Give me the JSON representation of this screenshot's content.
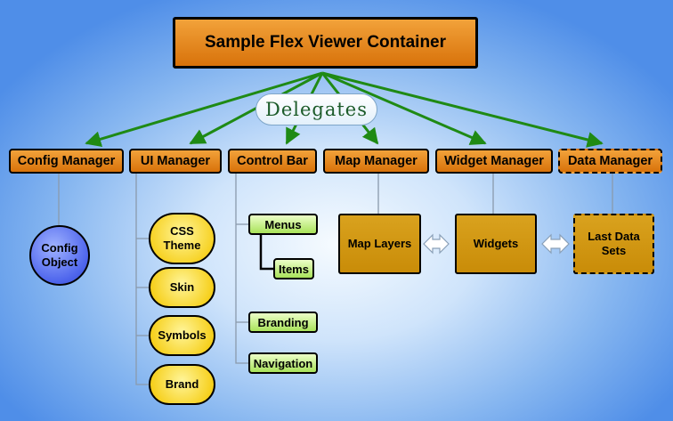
{
  "title": "Sample Flex Viewer Container",
  "delegates_label": "Delegates",
  "managers": {
    "config": "Config Manager",
    "ui": "UI Manager",
    "control": "Control Bar",
    "map": "Map Manager",
    "widget": "Widget Manager",
    "data": "Data Manager"
  },
  "config_object": "Config Object",
  "ui_items": [
    "CSS Theme",
    "Skin",
    "Symbols",
    "Brand"
  ],
  "control_items": {
    "menus": "Menus",
    "items": "Items",
    "branding": "Branding",
    "navigation": "Navigation"
  },
  "map_layers": "Map Layers",
  "widgets": "Widgets",
  "last_data_sets": "Last Data Sets",
  "colors": {
    "arrow": "#1f8a14",
    "manager_fill": "#e88a1c",
    "container_fill": "#e08a1a",
    "circle_fill": "#4d64ec",
    "pill_fill": "#f6cf1a",
    "green_box_fill": "#a8e25a",
    "square_fill": "#cf960f"
  }
}
